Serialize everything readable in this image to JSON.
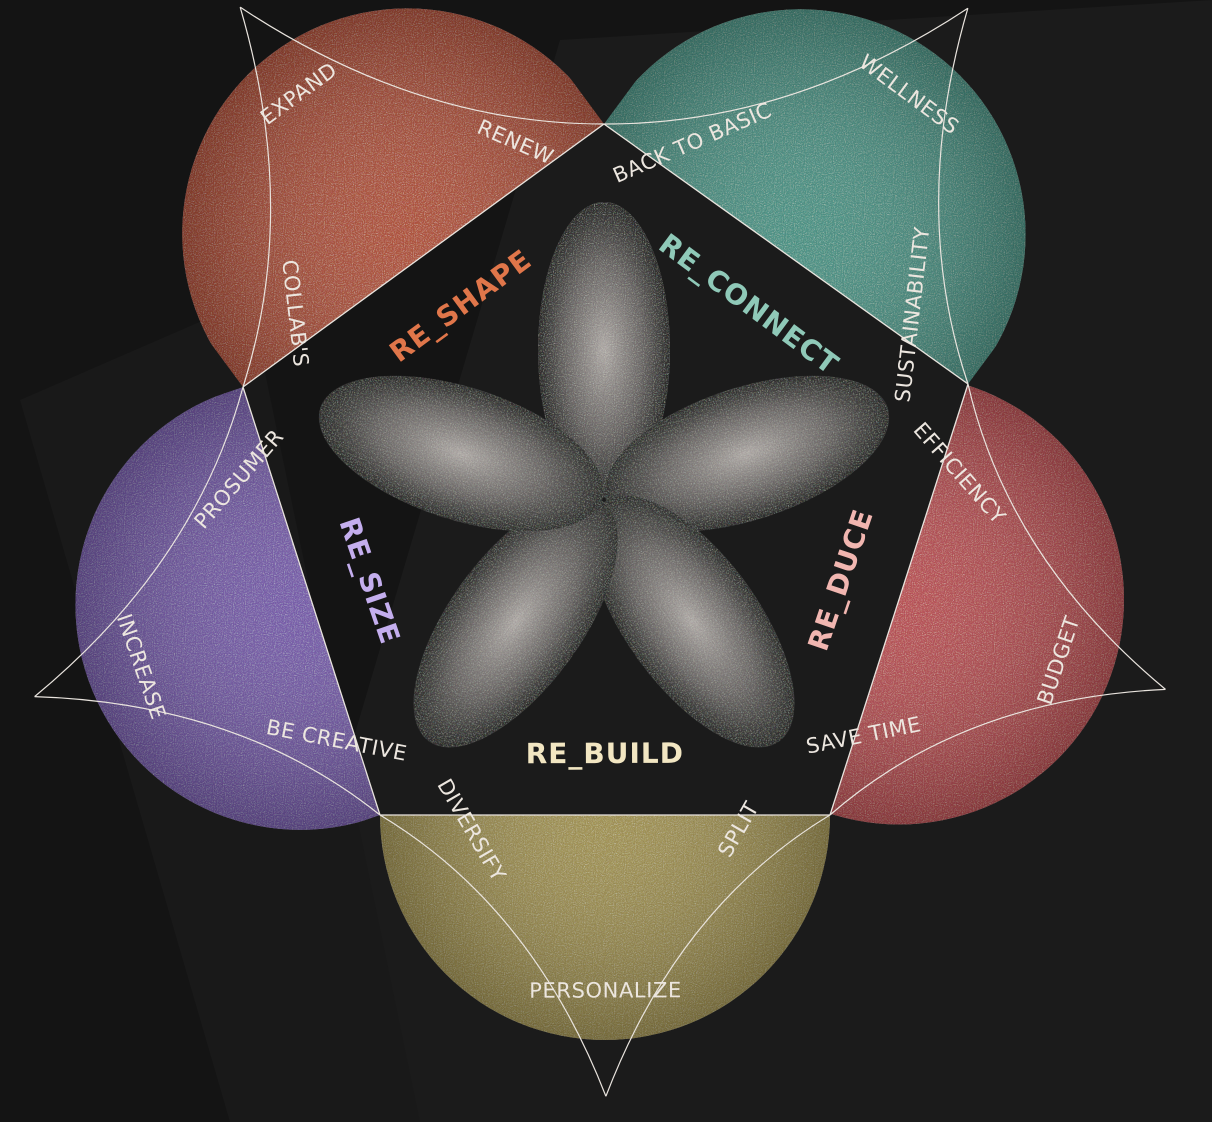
{
  "diagram": {
    "segments": [
      {
        "key": "reshape",
        "title": "RE_SHAPE",
        "color": "#e0764a",
        "fill": "#a9432b",
        "keywords": [
          "EXPAND",
          "RENEW",
          "COLLAB'S"
        ]
      },
      {
        "key": "reconnect",
        "title": "RE_CONNECT",
        "color": "#8fc9b8",
        "fill": "#3d8a7b",
        "keywords": [
          "WELLNESS",
          "SUSTAINABILITY",
          "BACK TO BASIC"
        ]
      },
      {
        "key": "reduce",
        "title": "RE_DUCE",
        "color": "#f1b6b0",
        "fill": "#b34146",
        "keywords": [
          "BUDGET",
          "SAVE TIME",
          "EFFICIENCY"
        ]
      },
      {
        "key": "rebuild",
        "title": "RE_BUILD",
        "color": "#f2e6c2",
        "fill": "#9a8a45",
        "keywords": [
          "PERSONALIZE",
          "DIVERSIFY",
          "SPLIT"
        ]
      },
      {
        "key": "resize",
        "title": "RE_SIZE",
        "color": "#c4aeee",
        "fill": "#6c4fa3",
        "keywords": [
          "INCREASE",
          "PROSUMER",
          "BE CREATIVE"
        ]
      }
    ]
  }
}
